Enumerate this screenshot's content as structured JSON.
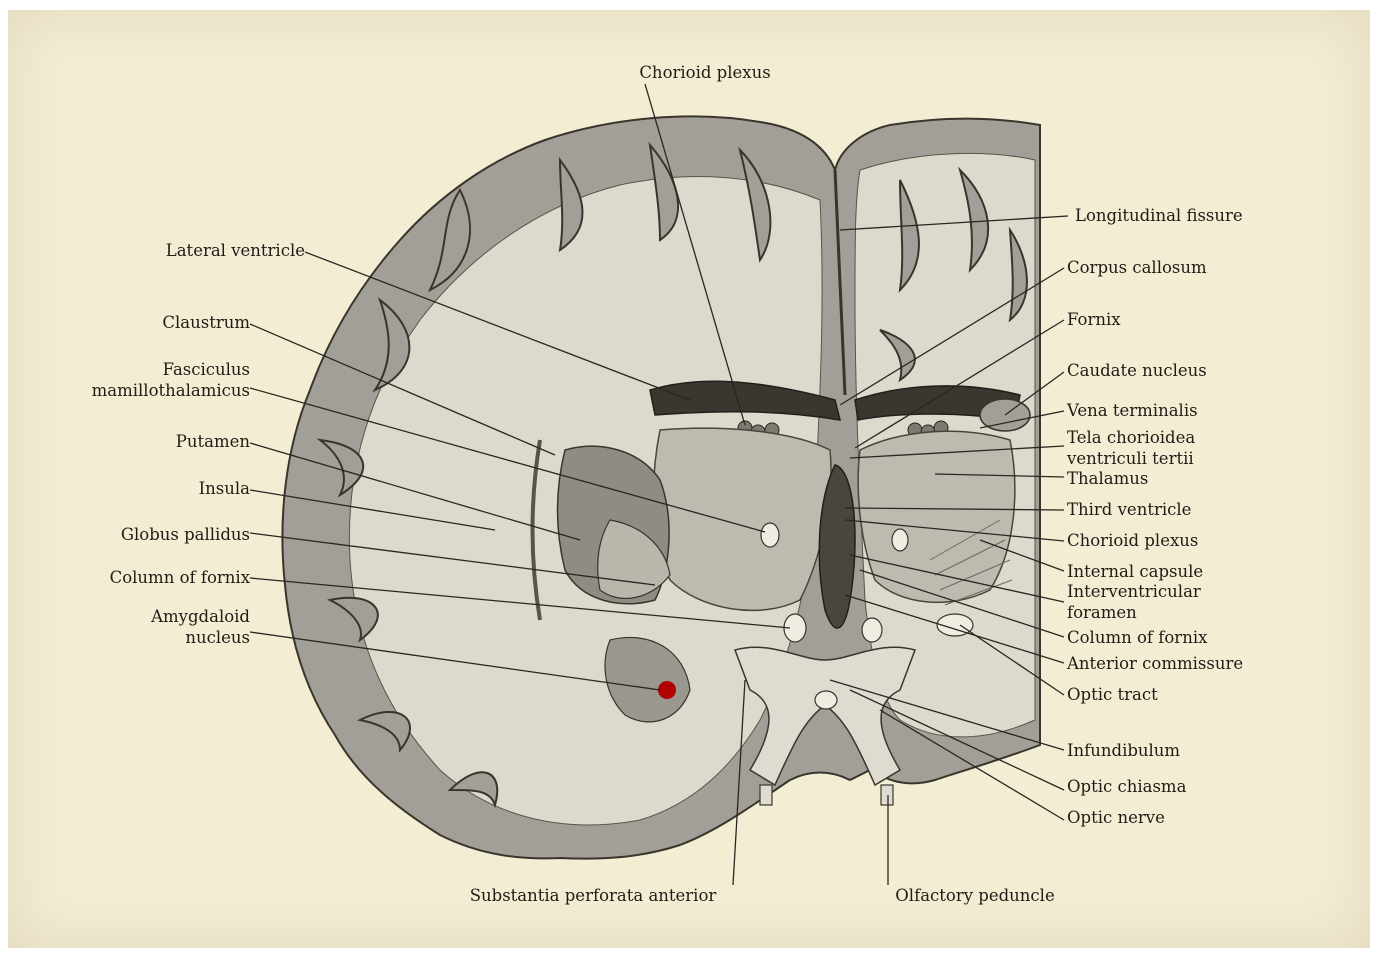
{
  "figure": {
    "background_color": "#f3edd4",
    "ink_color": "#1f1c16",
    "marker_color": "#b00000"
  },
  "labels": {
    "chorioid_plexus_top": "Chorioid plexus",
    "lateral_ventricle": "Lateral ventricle",
    "claustrum": "Claustrum",
    "fasciculus_line1": "Fasciculus",
    "fasciculus_line2": "mamillothalamicus",
    "putamen": "Putamen",
    "insula": "Insula",
    "globus_pallidus": "Globus pallidus",
    "column_of_fornix_left": "Column of fornix",
    "amygdaloid_line1": "Amygdaloid",
    "amygdaloid_line2": "nucleus",
    "longitudinal_fissure": "Longitudinal fissure",
    "corpus_callosum": "Corpus callosum",
    "fornix": "Fornix",
    "caudate_nucleus": "Caudate nucleus",
    "vena_terminalis": "Vena terminalis",
    "tela_line1": "Tela chorioidea",
    "tela_line2": "ventriculi tertii",
    "thalamus": "Thalamus",
    "third_ventricle": "Third ventricle",
    "chorioid_plexus_right": "Chorioid plexus",
    "internal_capsule": "Internal capsule",
    "interventricular_line1": "Interventricular",
    "interventricular_line2": "foramen",
    "column_of_fornix_right": "Column of fornix",
    "anterior_commissure": "Anterior commissure",
    "optic_tract": "Optic tract",
    "infundibulum": "Infundibulum",
    "optic_chiasma": "Optic chiasma",
    "optic_nerve": "Optic nerve",
    "substantia_perforata": "Substantia perforata anterior",
    "olfactory_peduncle": "Olfactory peduncle"
  }
}
